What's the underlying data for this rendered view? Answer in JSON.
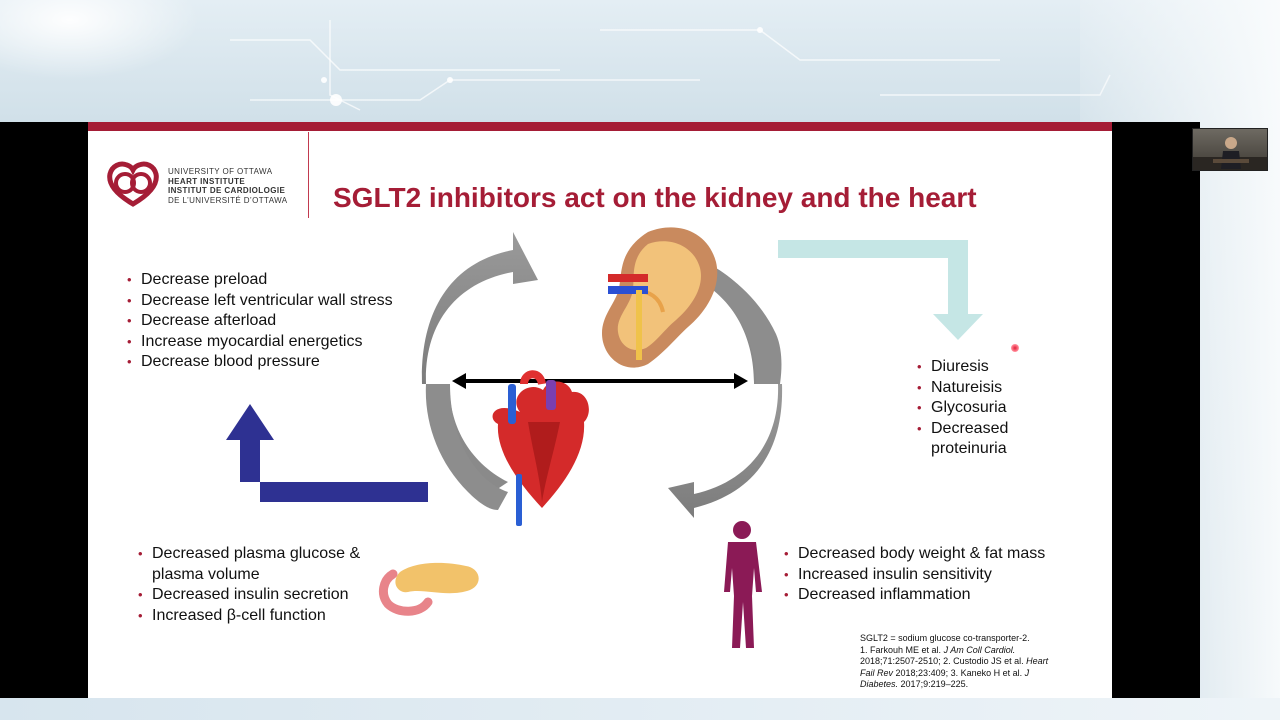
{
  "logo": {
    "line1": "UNIVERSITY OF OTTAWA",
    "line2": "HEART INSTITUTE",
    "line3": "INSTITUT DE CARDIOLOGIE",
    "line4": "DE L’UNIVERSITÉ D’OTTAWA",
    "color": "#a51d36"
  },
  "title": "SGLT2 inhibitors act on the kidney and the heart",
  "colors": {
    "accent": "#a51d36",
    "gray_arrows": "#8f8f8f",
    "teal_arrow": "#bfe3e2",
    "blue_arrow": "#2e3192",
    "body_silhouette": "#8b1a56"
  },
  "icons": {
    "kidney": "kidney-icon",
    "heart": "heart-icon",
    "pancreas": "pancreas-icon",
    "body": "human-body-icon"
  },
  "heart_effects": [
    "Decrease preload",
    "Decrease left ventricular wall stress",
    "Decrease afterload",
    "Increase myocardial energetics",
    "Decrease blood pressure"
  ],
  "kidney_effects": [
    "Diuresis",
    "Natureisis",
    "Glycosuria",
    "Decreased",
    "proteinuria"
  ],
  "pancreas_effects": [
    "Decreased plasma glucose &",
    "plasma volume",
    "Decreased insulin secretion",
    "Increased β-cell function"
  ],
  "body_effects": [
    "Decreased body weight & fat mass",
    "Increased insulin sensitivity",
    "Decreased inflammation"
  ],
  "references": {
    "r1": "SGLT2 = sodium glucose co-transporter-2.",
    "r2": "1. Farkouh ME et al.",
    "r3": "J Am Coll Cardiol.",
    "r4": "2018;71:2507-2510; 2. Custodio JS et al.",
    "r5": "Heart Fail Rev",
    "r6": "2018;23:409; 3. Kaneko H et al.",
    "r7": "J Diabetes.",
    "r8": "2017;9:219–225."
  }
}
